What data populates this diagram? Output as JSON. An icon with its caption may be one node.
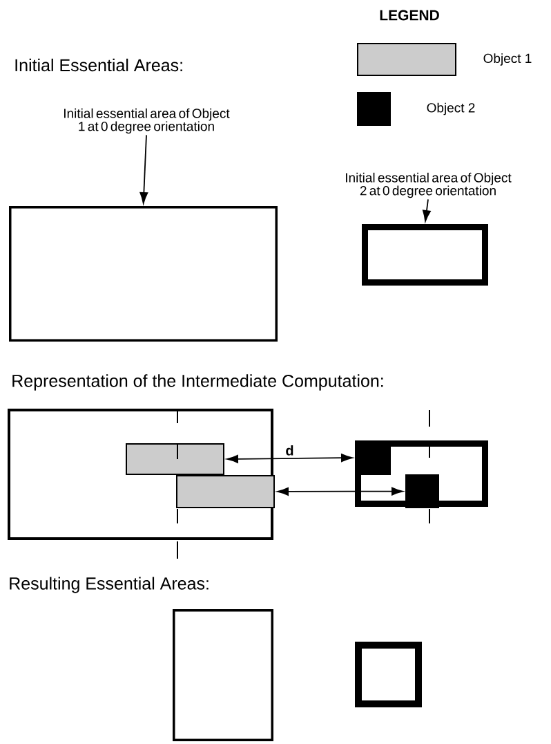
{
  "diagram": {
    "nodes": [
      {
        "text": [
          "Initial essential area of Object 1 at 0 degree orientation"
        ]
      },
      {
        "text": [],
        "shape": "box"
      },
      {
        "text": [
          "Initial essential area of Object 2 at 0 degree orientation"
        ]
      },
      {
        "text": [],
        "shape": "box"
      },
      {
        "text": [],
        "shape": "box"
      },
      {
        "text": [],
        "shape": "box",
        "in": 4
      },
      {
        "text": [],
        "shape": "box",
        "in": 4
      },
      {
        "text": [],
        "shape": "box"
      },
      {
        "text": [],
        "shape": "box",
        "in": 7
      },
      {
        "text": [],
        "shape": "box",
        "in": 7
      },
      {
        "text": [],
        "shape": "box"
      },
      {
        "text": [],
        "shape": "box"
      }
    ],
    "edges": [
      {
        "from": 0,
        "to": 1,
        "arrow": "to"
      },
      {
        "from": 2,
        "to": 3,
        "arrow": "to"
      },
      {
        "from": 5,
        "to": 8,
        "arrow": "both",
        "label": "d"
      },
      {
        "from": 6,
        "to": 9,
        "arrow": "both"
      }
    ],
    "labels": [
      "LEGEND",
      "Initial Essential Areas:",
      "Representation of the Intermediate Computation:",
      "Resulting Essential Areas:"
    ],
    "legend": [
      {
        "text": "Object 1",
        "color": "#cccccc"
      },
      {
        "text": "Object 2",
        "color": "#000000"
      }
    ]
  }
}
